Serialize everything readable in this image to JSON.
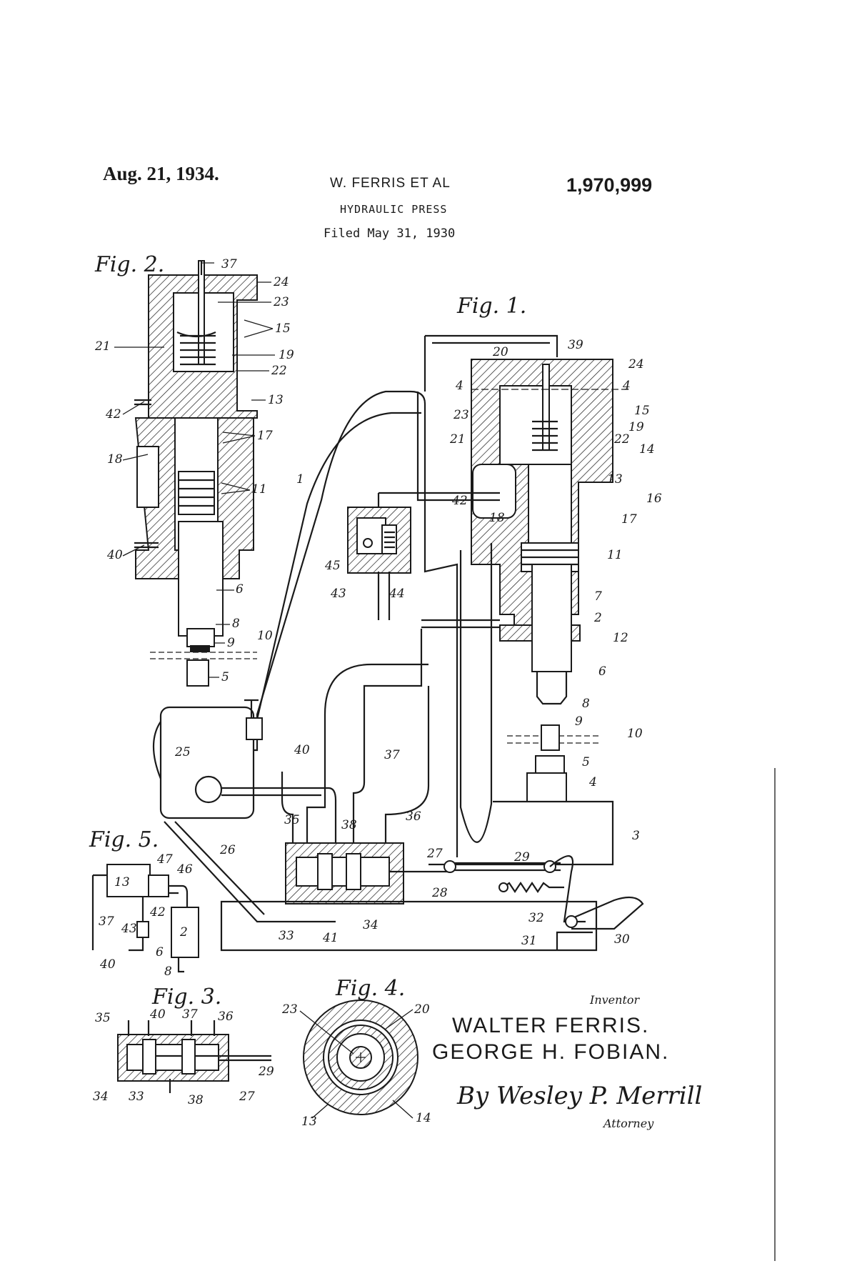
{
  "header": {
    "date": "Aug. 21, 1934.",
    "inventors_short": "W. FERRIS ET AL",
    "patent_number": "1,970,999",
    "title": "HYDRAULIC PRESS",
    "filed": "Filed May 31, 1930"
  },
  "figures": {
    "fig1": "Fig. 1.",
    "fig2": "Fig. 2.",
    "fig3": "Fig. 3.",
    "fig4": "Fig. 4.",
    "fig5": "Fig. 5."
  },
  "fig1_refs": {
    "r1": "1",
    "r2": "2",
    "r3": "3",
    "r4": "4",
    "r5": "5",
    "r6": "6",
    "r7": "7",
    "r8": "8",
    "r9": "9",
    "r10": "10",
    "r11": "11",
    "r12": "12",
    "r13": "13",
    "r14": "14",
    "r15": "15",
    "r16": "16",
    "r17": "17",
    "r18": "18",
    "r19": "19",
    "r20": "20",
    "r21": "21",
    "r22": "22",
    "r23": "23",
    "r24": "24",
    "r25": "25",
    "r26": "26",
    "r27": "27",
    "r28": "28",
    "r29": "29",
    "r30": "30",
    "r31": "31",
    "r32": "32",
    "r33": "33",
    "r34": "34",
    "r35": "35",
    "r36": "36",
    "r37": "37",
    "r38": "38",
    "r39": "39",
    "r40": "40",
    "r41": "41",
    "r42": "42",
    "r43": "43",
    "r44": "44",
    "r45": "45",
    "r4a": "4",
    "r4b": "4"
  },
  "fig2_refs": {
    "r37": "37",
    "r24": "24",
    "r23": "23",
    "r15": "15",
    "r21": "21",
    "r19": "19",
    "r22": "22",
    "r42": "42",
    "r13": "13",
    "r17": "17",
    "r18": "18",
    "r11": "11",
    "r40": "40",
    "r6": "6",
    "r8": "8",
    "r9": "9",
    "r10": "10",
    "r5": "5"
  },
  "fig3_refs": {
    "r35": "35",
    "r40": "40",
    "r37": "37",
    "r36": "36",
    "r29": "29",
    "r34": "34",
    "r33": "33",
    "r38": "38",
    "r27": "27"
  },
  "fig4_refs": {
    "r23": "23",
    "r20": "20",
    "r13": "13",
    "r14": "14"
  },
  "fig5_refs": {
    "r13": "13",
    "r47": "47",
    "r46": "46",
    "r42": "42",
    "r2": "2",
    "r37": "37",
    "r43": "43",
    "r6": "6",
    "r40": "40",
    "r8": "8"
  },
  "signature": {
    "inventor_label": "Inventor",
    "name1": "WALTER FERRIS.",
    "name2": "GEORGE H. FOBIAN.",
    "by_line": "By Wesley P. Merrill",
    "attorney_label": "Attorney"
  }
}
